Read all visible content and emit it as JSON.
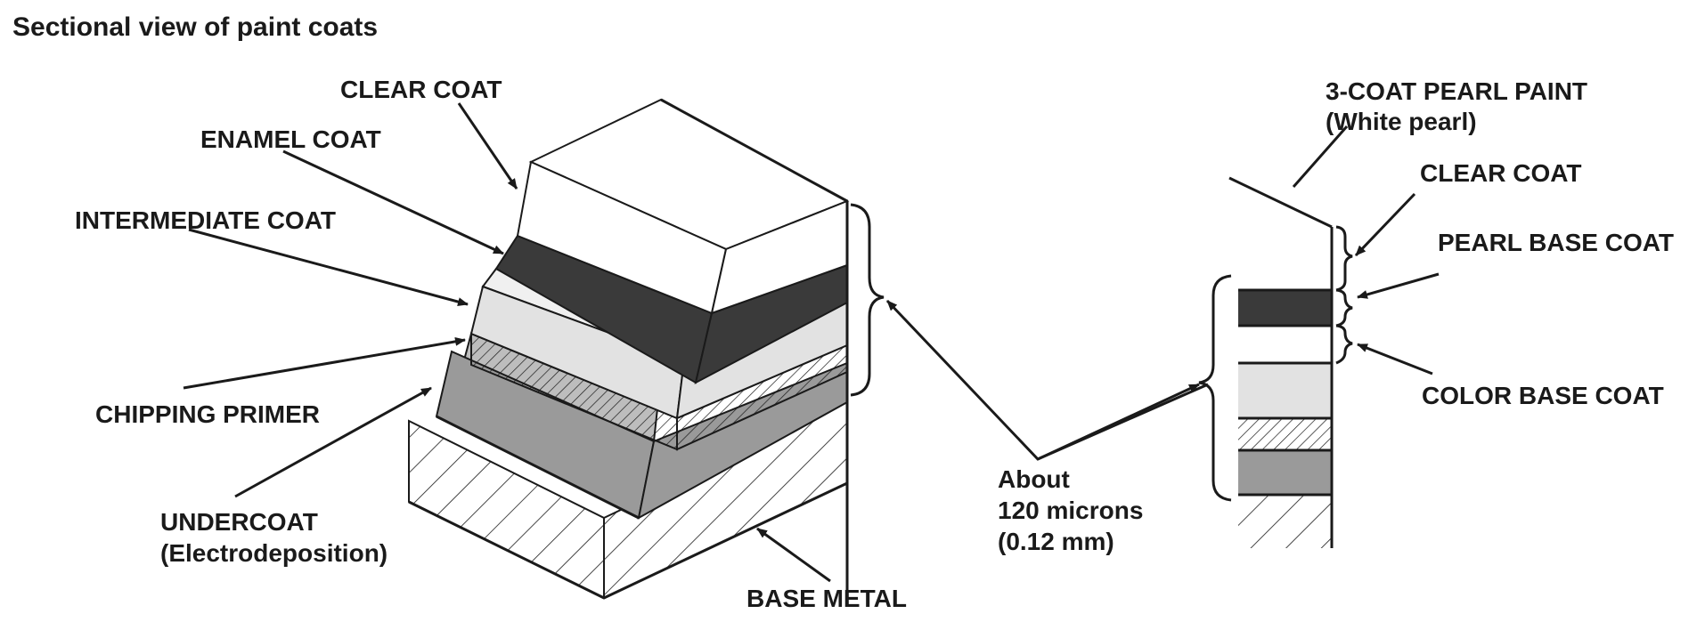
{
  "title": "Sectional view of paint coats",
  "left_labels": {
    "clear_coat": "CLEAR COAT",
    "enamel_coat": "ENAMEL COAT",
    "intermediate_coat": "INTERMEDIATE COAT",
    "chipping_primer": "CHIPPING PRIMER",
    "undercoat_line1": "UNDERCOAT",
    "undercoat_line2": "(Electrodeposition)",
    "base_metal": "BASE METAL"
  },
  "thickness": {
    "line1": "About",
    "line2": "120 microns",
    "line3": "(0.12 mm)"
  },
  "right_labels": {
    "pearl_paint_line1": "3-COAT PEARL PAINT",
    "pearl_paint_line2": "(White pearl)",
    "clear_coat": "CLEAR COAT",
    "pearl_base_coat": "PEARL BASE COAT",
    "color_base_coat": "COLOR BASE COAT"
  },
  "colors": {
    "clear_coat": "#ffffff",
    "enamel_coat": "#3a3a3a",
    "intermediate_coat": "#e2e2e2",
    "chipping_primer": "#d6d6d6",
    "undercoat": "#9a9a9a",
    "base_metal": "#ffffff",
    "ink": "#1a1a1a"
  }
}
